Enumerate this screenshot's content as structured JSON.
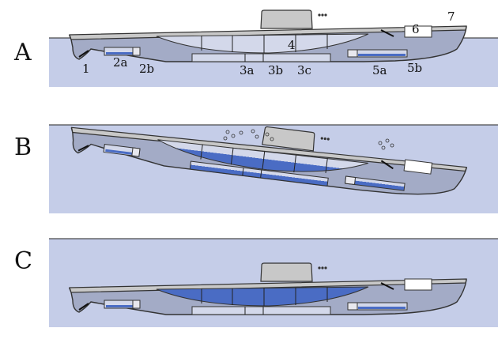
{
  "panels": [
    {
      "label": "A",
      "state": "surfaced",
      "tank_fill": {
        "main": 0,
        "trim_aft": 0.3,
        "trim_fwd": 0.3,
        "compensating": 0
      }
    },
    {
      "label": "B",
      "state": "diving",
      "tank_fill": {
        "main": 0.5,
        "trim_aft": 0.3,
        "trim_fwd": 0.5,
        "compensating": 0.5
      }
    },
    {
      "label": "C",
      "state": "submerged",
      "tank_fill": {
        "main": 1,
        "trim_aft": 0.3,
        "trim_fwd": 0.3,
        "compensating": 0
      }
    }
  ],
  "part_labels": {
    "p1": "1",
    "p2a": "2a",
    "p2b": "2b",
    "p3a": "3a",
    "p3b": "3b",
    "p3c": "3c",
    "p4": "4",
    "p5a": "5a",
    "p5b": "5b",
    "p6": "6",
    "p7": "7"
  },
  "colors": {
    "water": "#c5cde8",
    "hull": "#a3abc6",
    "deck": "#c8c8c8",
    "tank_empty": "#d3d8ea",
    "tank_full": "#4a6cc4"
  }
}
